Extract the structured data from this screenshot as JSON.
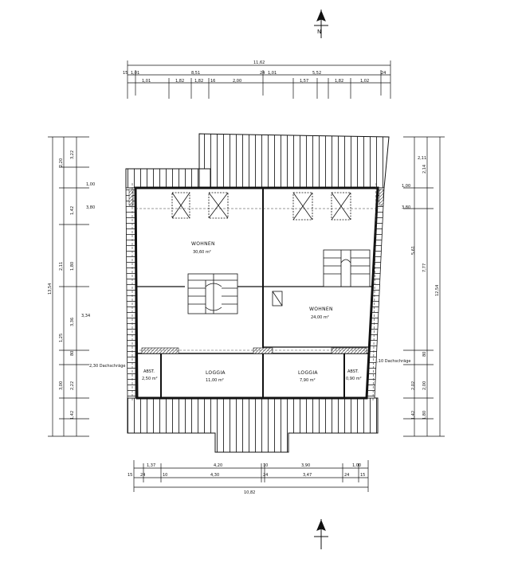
{
  "north_label": "N",
  "top_dims": {
    "overall": "11,62",
    "row1": [
      "15",
      "1,01",
      "8,51",
      "24",
      "1,01",
      "5,52",
      "24"
    ],
    "row2": [
      "1,01",
      "1,82",
      "1,82",
      "16",
      "2,00",
      "1,57",
      "1,82",
      "1,02"
    ]
  },
  "bottom_dims": {
    "row1": [
      "1,37",
      "4,20",
      "10",
      "3,90",
      "1,00"
    ],
    "row2": [
      "15",
      "24",
      "10",
      "4,30",
      "24",
      "3,47",
      "24",
      "15"
    ],
    "overall": "10,82"
  },
  "left_dims": [
    "1,00",
    "3,80",
    "2,20",
    "3,22",
    "1,42",
    "2,11",
    "1,80",
    "3,36",
    "1,25",
    "3,34",
    "80",
    "3,00",
    "2,22",
    "1,42",
    "13,54"
  ],
  "right_dims": [
    "1,00",
    "3,80",
    "2,11",
    "2,14",
    "5,61",
    "7,77",
    "12,54",
    "80",
    "2,02",
    "2,00",
    "1,42",
    "1,80"
  ],
  "height_notes": {
    "left": "2,30 Dachschräge",
    "right": "2,10 Dachschräge"
  },
  "rooms": [
    {
      "name": "WOHNEN",
      "area": "30,60 m²"
    },
    {
      "name": "WOHNEN",
      "area": "24,00 m²"
    },
    {
      "name": "LOGGIA",
      "area": "11,00 m²"
    },
    {
      "name": "LOGGIA",
      "area": "7,90 m²"
    },
    {
      "name": "ABST.",
      "area": "2,50 m²"
    },
    {
      "name": "ABST.",
      "area": "0,90 m²"
    }
  ]
}
